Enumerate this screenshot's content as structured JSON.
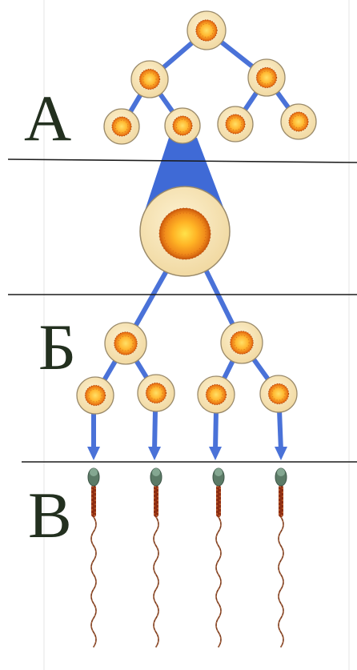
{
  "stage_labels": {
    "a": "А",
    "b": "Б",
    "c": "В"
  },
  "colors": {
    "background": "#ffffff",
    "page_border": "#e6e6e6",
    "arrow_blue": "#4a72d8",
    "divider": "#1c1c1c",
    "cell_fill": "#f6e3b7",
    "cell_ring": "#9a8a6a",
    "nucleus_outer": "#f07a12",
    "nucleus_inner": "#ffd35a",
    "label_text": "#23301f"
  },
  "icons": {
    "cell": "cell-icon",
    "large_cell": "spermatocyte-icon",
    "arrow": "arrow-down-icon",
    "sperm": "sperm-icon"
  }
}
